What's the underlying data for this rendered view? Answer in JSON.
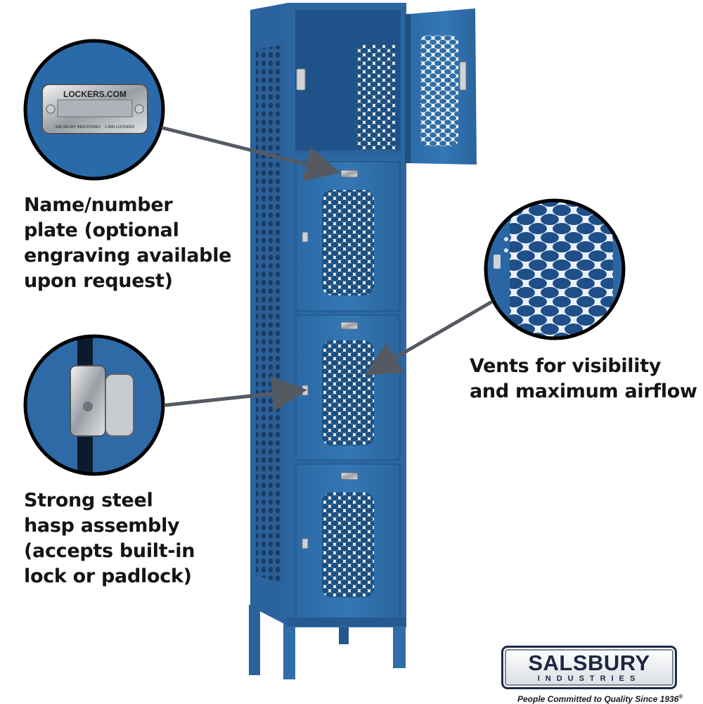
{
  "callouts": {
    "plate": {
      "lines": [
        "Name/number",
        "plate (optional",
        "engraving available",
        "upon request)"
      ],
      "badge_brand": "LOCKERS.COM",
      "badge_small": "SALSBURY INDUSTRIES    1-800-LOCKERS"
    },
    "hasp": {
      "lines": [
        "Strong steel",
        "hasp assembly",
        "(accepts built-in",
        "lock or padlock)"
      ]
    },
    "vents": {
      "lines": [
        "Vents for visibility",
        "and maximum airflow"
      ]
    }
  },
  "brand": {
    "name": "SALSBURY",
    "sub": "INDUSTRIES",
    "tagline": "People Committed to Quality Since 1936",
    "registered_mark": "®"
  },
  "colors": {
    "locker_blue": "#2f6ea8",
    "locker_shadow": "#1d4f80",
    "interior": "#1e5288",
    "arrow": "#555a62",
    "caption_text": "#141414",
    "logo_navy": "#1d2740"
  },
  "icons": {
    "plate_callout": "nameplate-zoom-icon",
    "hasp_callout": "hasp-zoom-icon",
    "vents_callout": "vent-zoom-icon",
    "arrows": "pointer-arrow-icon"
  }
}
